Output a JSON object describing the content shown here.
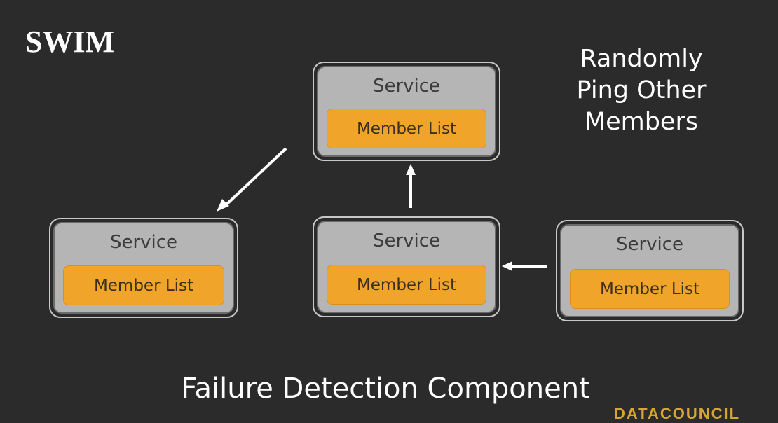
{
  "title": "SWIM",
  "note": {
    "lines": [
      "Randomly",
      "Ping Other",
      "Members"
    ]
  },
  "services": [
    {
      "id": "top",
      "label": "Service",
      "member_list": "Member List"
    },
    {
      "id": "left",
      "label": "Service",
      "member_list": "Member List"
    },
    {
      "id": "center",
      "label": "Service",
      "member_list": "Member List"
    },
    {
      "id": "right",
      "label": "Service",
      "member_list": "Member List"
    }
  ],
  "footer": "Failure Detection Component",
  "watermark": "DATACOUNCIL",
  "colors": {
    "background": "#2b2b2b",
    "service_box": "#b5b5b5",
    "member_list": "#f0a52a",
    "arrow": "#ffffff",
    "watermark": "#d6a632"
  }
}
